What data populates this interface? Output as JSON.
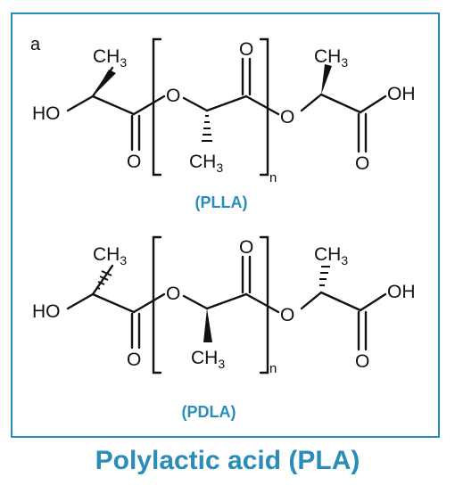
{
  "panel_label": "a",
  "structures": [
    {
      "name": "PLLA",
      "label": "(PLLA)",
      "atoms": {
        "ho": "HO",
        "oh": "OH",
        "o_ester_left": "O",
        "o_ester_right": "O",
        "o_carbonyl_left": "O",
        "o_carbonyl_mid": "O",
        "o_carbonyl_right": "O",
        "methyl_left": "CH",
        "methyl_mid": "CH",
        "methyl_right": "CH",
        "subscript": "3",
        "repeat": "n"
      }
    },
    {
      "name": "PDLA",
      "label": "(PDLA)",
      "atoms": {
        "ho": "HO",
        "oh": "OH",
        "o_ester_left": "O",
        "o_ester_right": "O",
        "o_carbonyl_left": "O",
        "o_carbonyl_mid": "O",
        "o_carbonyl_right": "O",
        "methyl_left": "CH",
        "methyl_mid": "CH",
        "methyl_right": "CH",
        "subscript": "3",
        "repeat": "n"
      }
    }
  ],
  "title": "Polylactic acid (PLA)",
  "colors": {
    "accent": "#2a8db8",
    "bond": "#111111"
  }
}
